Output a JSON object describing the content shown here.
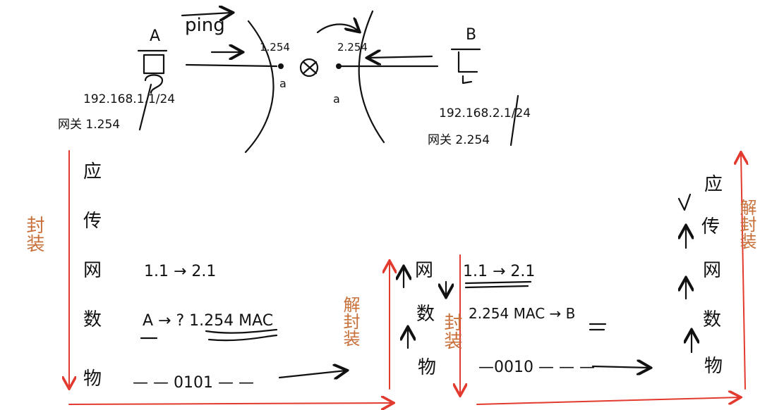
{
  "colors": {
    "ink": "#111111",
    "red": "#e23a2e",
    "orange": "#c8703a"
  },
  "topology": {
    "host_a": {
      "name": "A",
      "ip": "192.168.1.1/24",
      "gateway": "网关 1.254"
    },
    "host_b": {
      "name": "B",
      "ip": "192.168.2.1/24",
      "gateway": "网关 2.254"
    },
    "link_label": "ping",
    "router_left_ip": "1.254",
    "router_right_ip": "2.254",
    "router_left_port": "a",
    "router_right_port": "a"
  },
  "stack_a": {
    "layers": [
      "应",
      "传",
      "网",
      "数",
      "物"
    ],
    "network_note": "1.1 → 2.1",
    "datalink_note": "A → ? 1.254 MAC",
    "physical_note": "— — 0101 — —",
    "side_label": "封装"
  },
  "router": {
    "layers": [
      "网",
      "数",
      "物"
    ],
    "network_note": "1.1 → 2.1",
    "datalink_note": "2.254 MAC → B",
    "physical_note": "—0010 — — —",
    "left_label": "解封装",
    "right_label": "封装"
  },
  "stack_b": {
    "layers": [
      "应",
      "传",
      "网",
      "数",
      "物"
    ],
    "side_label": "解封装"
  }
}
